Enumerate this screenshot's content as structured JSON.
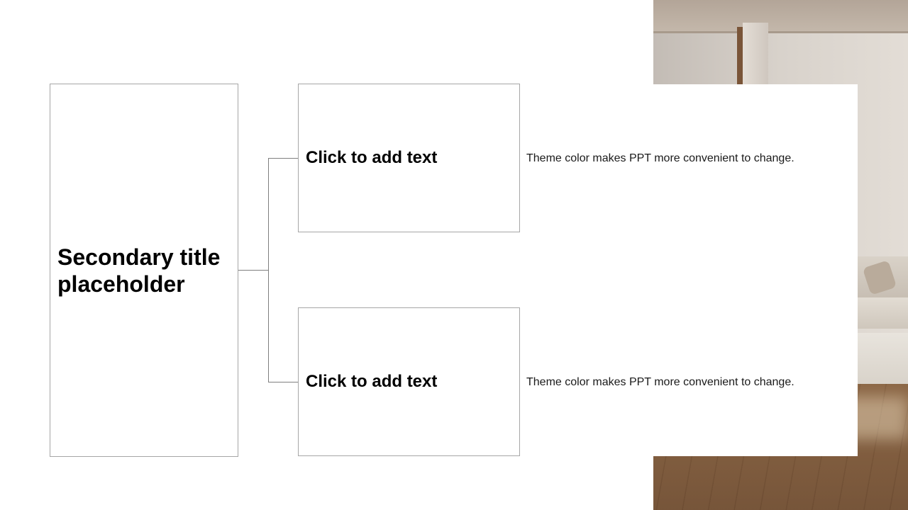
{
  "slide": {
    "title": "Secondary title placeholder",
    "items": [
      {
        "label": "Click to add text",
        "description": "Theme color makes PPT more convenient to change."
      },
      {
        "label": "Click to add text",
        "description": "Theme color makes PPT more convenient to change."
      }
    ]
  },
  "colors": {
    "background": "#ffffff",
    "border": "#a6a6a6",
    "connector": "#7f7f7f",
    "text": "#000000"
  },
  "icons": {
    "photo": "interior-room-photo"
  }
}
